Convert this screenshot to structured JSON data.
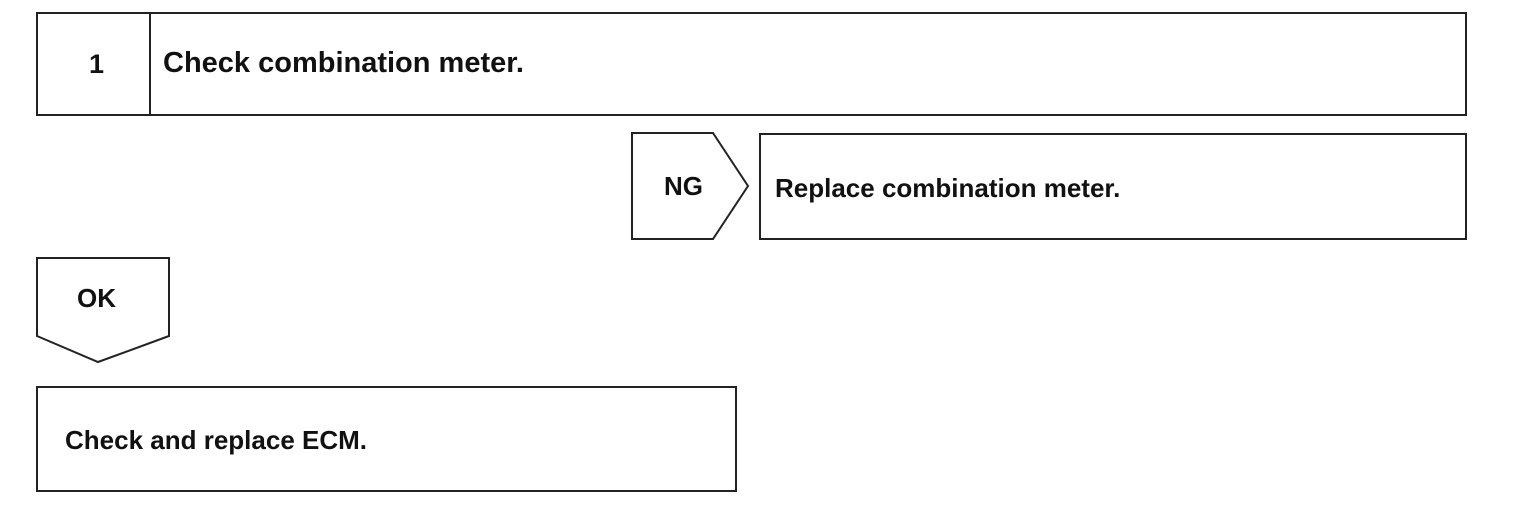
{
  "step": {
    "number": "1",
    "title": "Check combination meter."
  },
  "ng_branch": {
    "label": "NG",
    "action": "Replace combination meter."
  },
  "ok_branch": {
    "label": "OK",
    "action": "Check and replace ECM."
  },
  "colors": {
    "line": "#222222",
    "text": "#111111",
    "background": "#ffffff"
  }
}
